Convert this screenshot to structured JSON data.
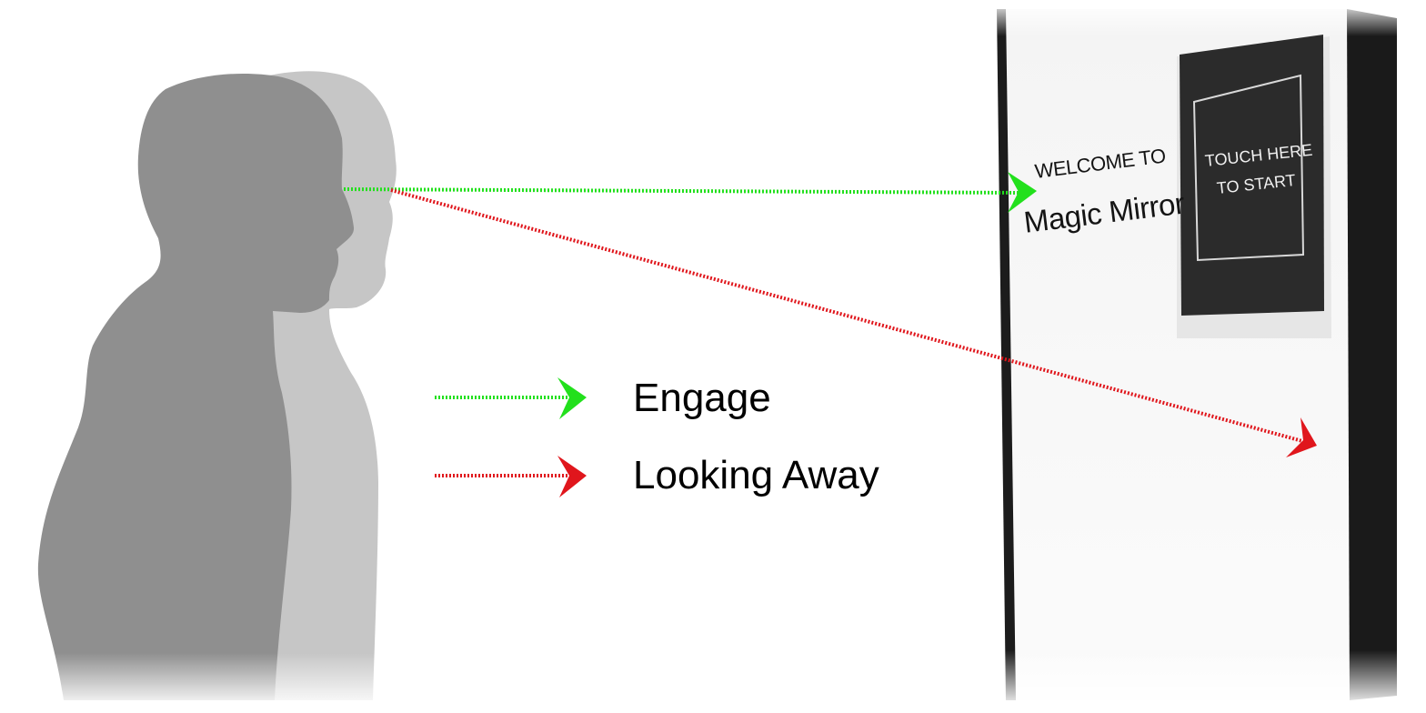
{
  "legend": {
    "engage_label": "Engage",
    "away_label": "Looking Away",
    "engage_color": "#22e01c",
    "away_color": "#e0161c"
  },
  "mirror_screen": {
    "welcome_text": "WELCOME TO",
    "brand_text": "Magic Mirror",
    "touch_line_1": "TOUCH HERE",
    "touch_line_2": "TO START"
  },
  "colors": {
    "front_person": "#8f8f8f",
    "back_person": "#c6c6c6",
    "mirror_frame": "#1a1a1a",
    "touch_panel": "#2b2b2b"
  }
}
